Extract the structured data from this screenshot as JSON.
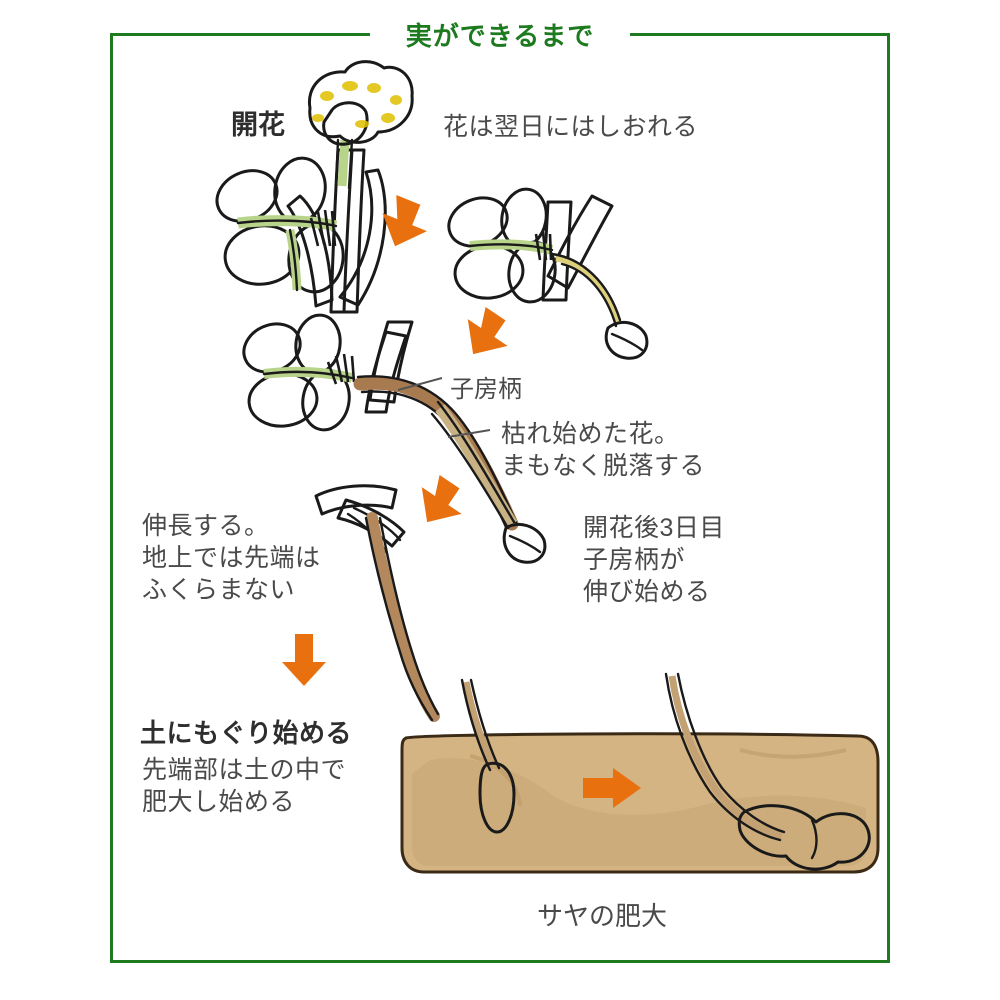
{
  "frame": {
    "title": "実ができるまで",
    "border_color": "#1d7a1e"
  },
  "palette": {
    "frame_green": "#1d7a1e",
    "leaf_green": "#8fb573",
    "leaf_green_light": "#a7c886",
    "stem_green": "#b8d48a",
    "flower_yellow": "#f5d800",
    "flower_yellow_dark": "#e0c000",
    "wilted_yellow": "#ddd07a",
    "peg_brown": "#a87a50",
    "peg_tan": "#c8b183",
    "soil_tan": "#d4b483",
    "soil_shade": "#c9a877",
    "pod_white": "#f6f3e8",
    "arrow_orange": "#e8700f",
    "text_gray": "#4a4a4a"
  },
  "labels": {
    "kaika": "開花",
    "wilt_next_day": "花は翌日にはしおれる",
    "gynophore": "子房柄",
    "withering_flower": "枯れ始めた花。\nまもなく脱落する",
    "elongate": "伸長する。\n地上では先端は\nふくらまない",
    "day3": "開花後3日目\n子房柄が\n伸び始める",
    "burrow_bold": "土にもぐり始める",
    "burrow_sub": "先端部は土の中で\n肥大し始める",
    "pod_swelling": "サヤの肥大"
  },
  "arrows": [
    {
      "name": "arrow-stage1-to-stage2",
      "direction": "down-right"
    },
    {
      "name": "arrow-stage2-to-stage3",
      "direction": "down-left"
    },
    {
      "name": "arrow-stage3-to-stage4",
      "direction": "down-left"
    },
    {
      "name": "arrow-stage4-to-soil",
      "direction": "down"
    },
    {
      "name": "arrow-soil-growth",
      "direction": "right"
    }
  ],
  "stages": [
    {
      "name": "flowering-plant",
      "caption": "開花"
    },
    {
      "name": "wilted-flower-plant",
      "caption": "花は翌日にはしおれる"
    },
    {
      "name": "gynophore-plant",
      "caption": "子房柄"
    },
    {
      "name": "elongating-peg",
      "caption": "伸長する。"
    },
    {
      "name": "soil-cross-section",
      "caption": "サヤの肥大"
    }
  ]
}
